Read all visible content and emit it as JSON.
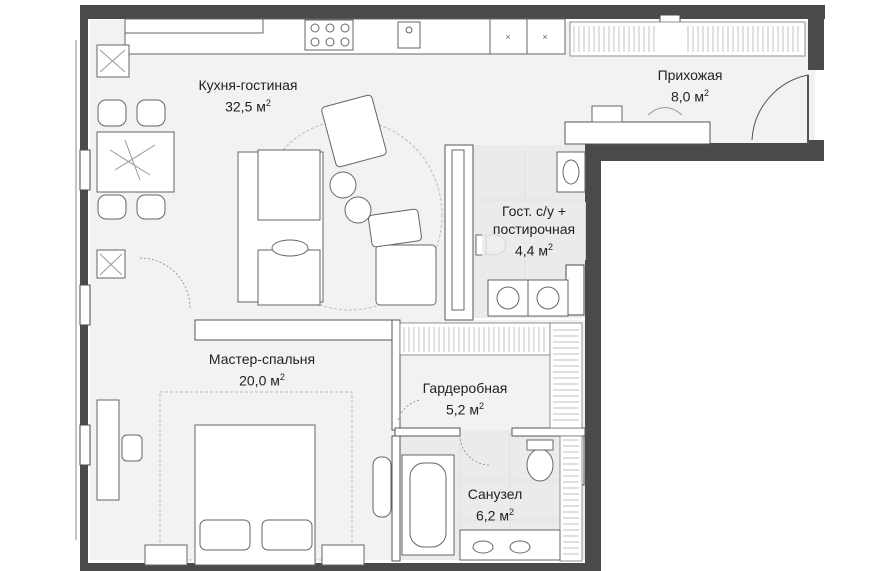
{
  "plan": {
    "units": {
      "area_unit": "м",
      "area_exp": "2"
    },
    "rooms": [
      {
        "id": "kitchen",
        "name": "Кухня-гостиная",
        "area": "32,5"
      },
      {
        "id": "hall",
        "name": "Прихожая",
        "area": "8,0"
      },
      {
        "id": "guest-wc",
        "name_line1": "Гост. с/у +",
        "name_line2": "постирочная",
        "area": "4,4"
      },
      {
        "id": "master",
        "name": "Мастер-спальня",
        "area": "20,0"
      },
      {
        "id": "wardrobe",
        "name": "Гардеробная",
        "area": "5,2"
      },
      {
        "id": "bathroom",
        "name": "Санузел",
        "area": "6,2"
      }
    ],
    "colors": {
      "wall": "#4a4a4a",
      "floor_main": "#f2f2f2",
      "floor_wet": "#ebebeb",
      "line": "#8a8a8a",
      "furniture": "#ffffff"
    }
  }
}
